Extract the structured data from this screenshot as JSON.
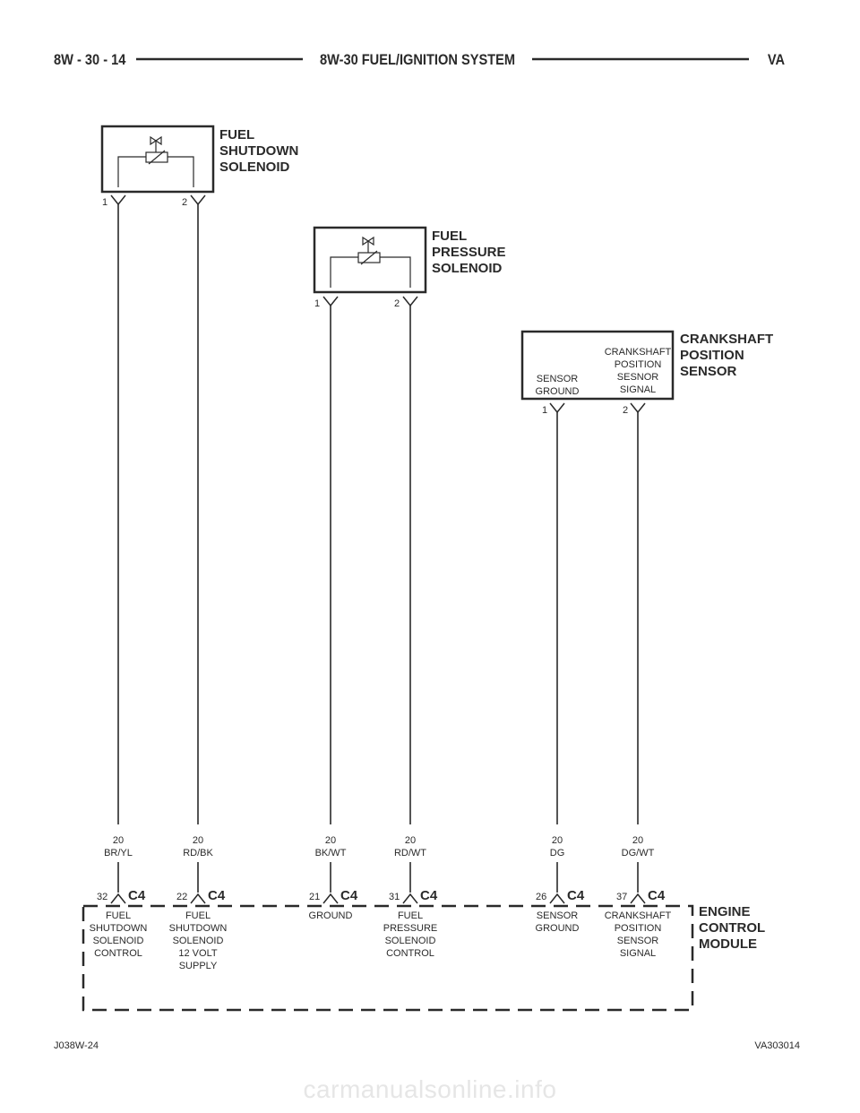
{
  "header": {
    "page_number": "8W - 30 - 14",
    "title": "8W-30 FUEL/IGNITION SYSTEM",
    "model": "VA"
  },
  "components": {
    "fuel_shutdown_solenoid": {
      "label_lines": [
        "FUEL",
        "SHUTDOWN",
        "SOLENOID"
      ],
      "pins": [
        "1",
        "2"
      ]
    },
    "fuel_pressure_solenoid": {
      "label_lines": [
        "FUEL",
        "PRESSURE",
        "SOLENOID"
      ],
      "pins": [
        "1",
        "2"
      ]
    },
    "crankshaft_position_sensor": {
      "label_lines": [
        "CRANKSHAFT",
        "POSITION",
        "SENSOR"
      ],
      "pins": [
        "1",
        "2"
      ],
      "internal_left": [
        "SENSOR",
        "GROUND"
      ],
      "internal_right": [
        "CRANKSHAFT",
        "POSITION",
        "SESNOR",
        "SIGNAL"
      ]
    },
    "engine_control_module": {
      "label_lines": [
        "ENGINE",
        "CONTROL",
        "MODULE"
      ]
    }
  },
  "wires": [
    {
      "gauge": "20",
      "color": "BR/YL",
      "ecm_pin": "32",
      "connector": "C4",
      "function": [
        "FUEL",
        "SHUTDOWN",
        "SOLENOID",
        "CONTROL"
      ]
    },
    {
      "gauge": "20",
      "color": "RD/BK",
      "ecm_pin": "22",
      "connector": "C4",
      "function": [
        "FUEL",
        "SHUTDOWN",
        "SOLENOID",
        "12 VOLT",
        "SUPPLY"
      ]
    },
    {
      "gauge": "20",
      "color": "BK/WT",
      "ecm_pin": "21",
      "connector": "C4",
      "function": [
        "GROUND"
      ]
    },
    {
      "gauge": "20",
      "color": "RD/WT",
      "ecm_pin": "31",
      "connector": "C4",
      "function": [
        "FUEL",
        "PRESSURE",
        "SOLENOID",
        "CONTROL"
      ]
    },
    {
      "gauge": "20",
      "color": "DG",
      "ecm_pin": "26",
      "connector": "C4",
      "function": [
        "SENSOR",
        "GROUND"
      ]
    },
    {
      "gauge": "20",
      "color": "DG/WT",
      "ecm_pin": "37",
      "connector": "C4",
      "function": [
        "CRANKSHAFT",
        "POSITION",
        "SENSOR",
        "SIGNAL"
      ]
    }
  ],
  "footer": {
    "left_code": "J038W-24",
    "right_code": "VA303014"
  },
  "watermark": "carmanualsonline.info"
}
